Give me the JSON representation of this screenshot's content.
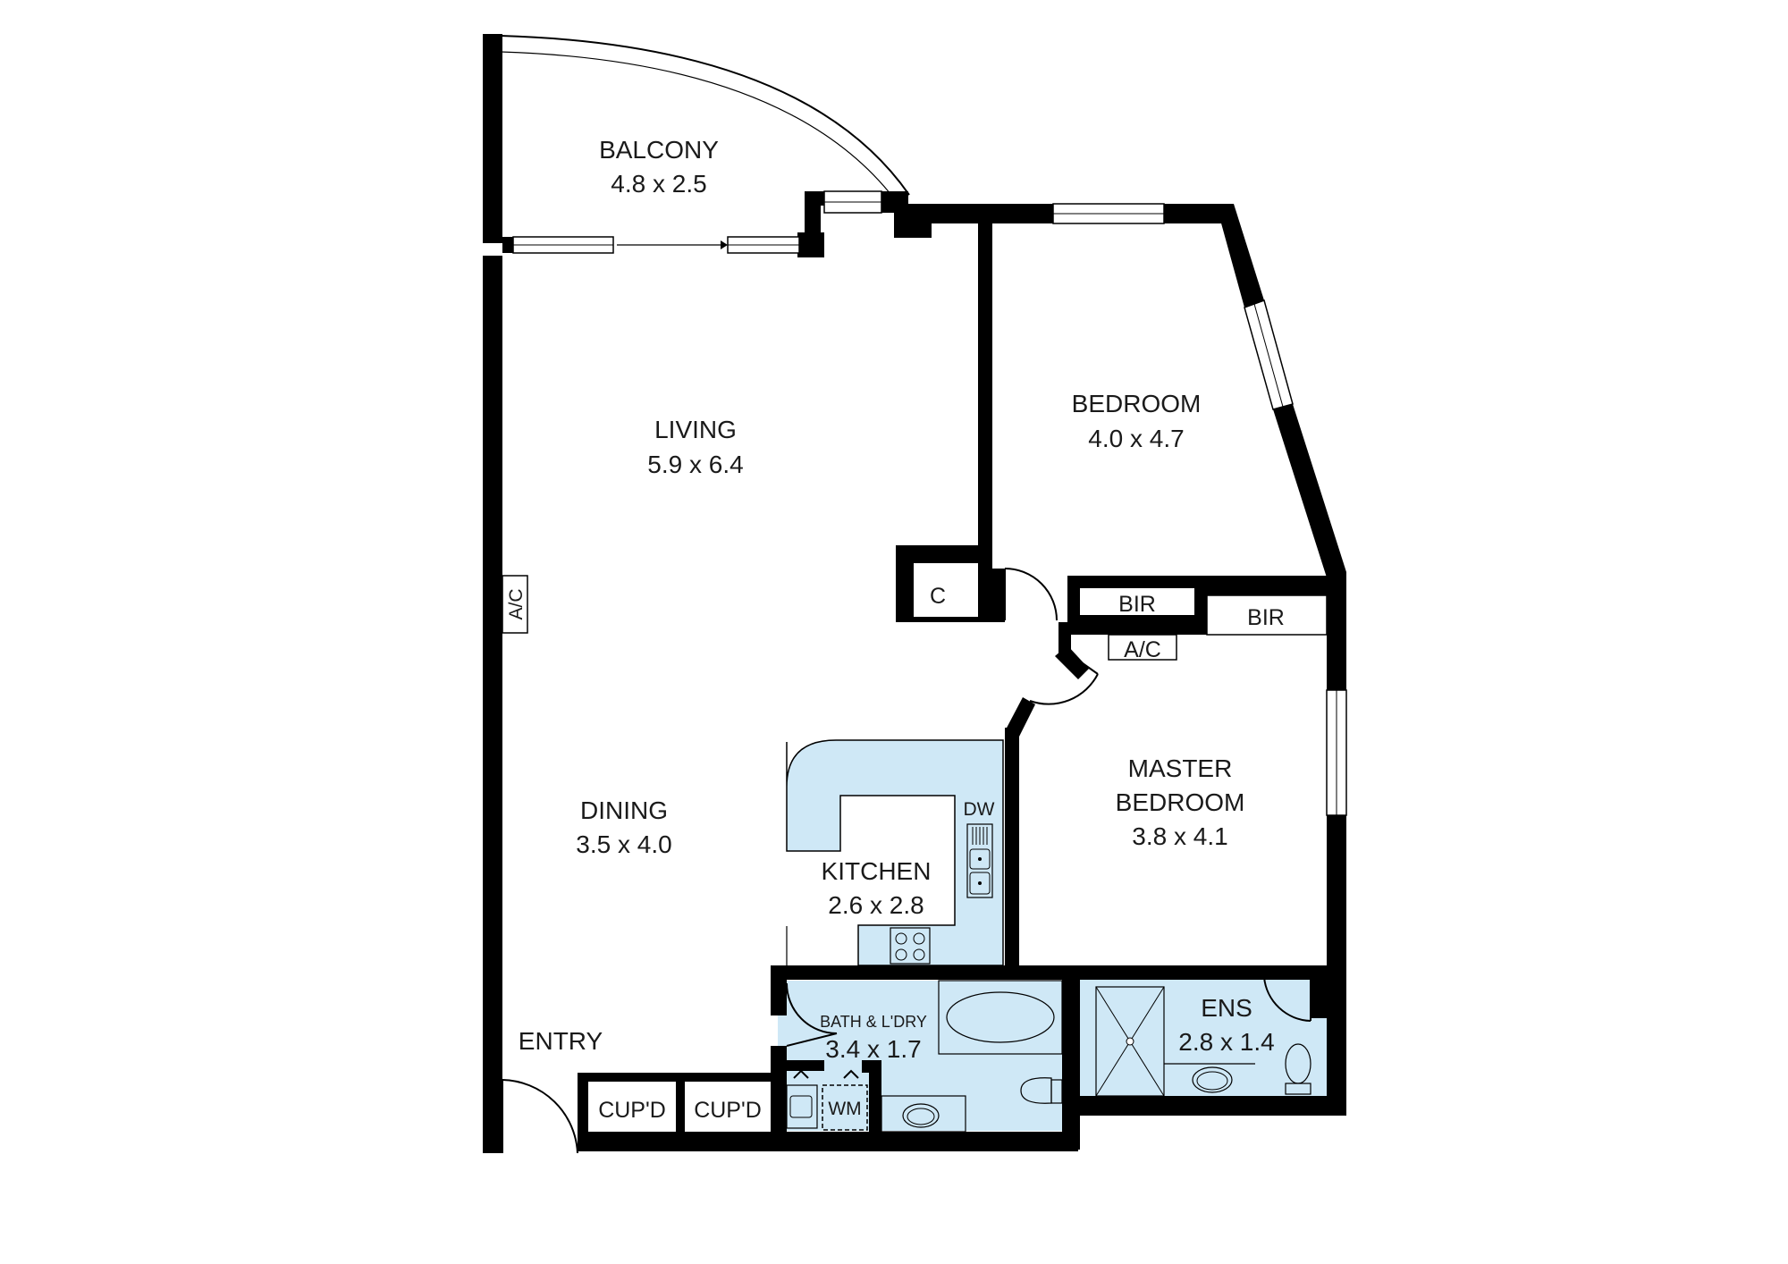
{
  "colors": {
    "wall": "#000000",
    "wet_area": "#cfe8f6",
    "background": "#ffffff"
  },
  "rooms": {
    "balcony": {
      "name": "BALCONY",
      "dims": "4.8 x 2.5"
    },
    "living": {
      "name": "LIVING",
      "dims": "5.9 x 6.4"
    },
    "bedroom": {
      "name": "BEDROOM",
      "dims": "4.0 x 4.7"
    },
    "master_bedroom": {
      "name_line1": "MASTER",
      "name_line2": "BEDROOM",
      "dims": "3.8 x 4.1"
    },
    "dining": {
      "name": "DINING",
      "dims": "3.5 x 4.0"
    },
    "kitchen": {
      "name": "KITCHEN",
      "dims": "2.6 x 2.8"
    },
    "bath_laundry": {
      "name": "BATH & L'DRY",
      "dims": "3.4 x 1.7"
    },
    "ensuite": {
      "name": "ENS",
      "dims": "2.8 x 1.4"
    },
    "entry": {
      "name": "ENTRY"
    }
  },
  "fixtures": {
    "ac_living": "A/C",
    "ac_hall": "A/C",
    "cupboard_c": "C",
    "bir_1": "BIR",
    "bir_2": "BIR",
    "dishwasher": "DW",
    "washing_machine": "WM",
    "cupboard_1": "CUP'D",
    "cupboard_2": "CUP'D"
  }
}
